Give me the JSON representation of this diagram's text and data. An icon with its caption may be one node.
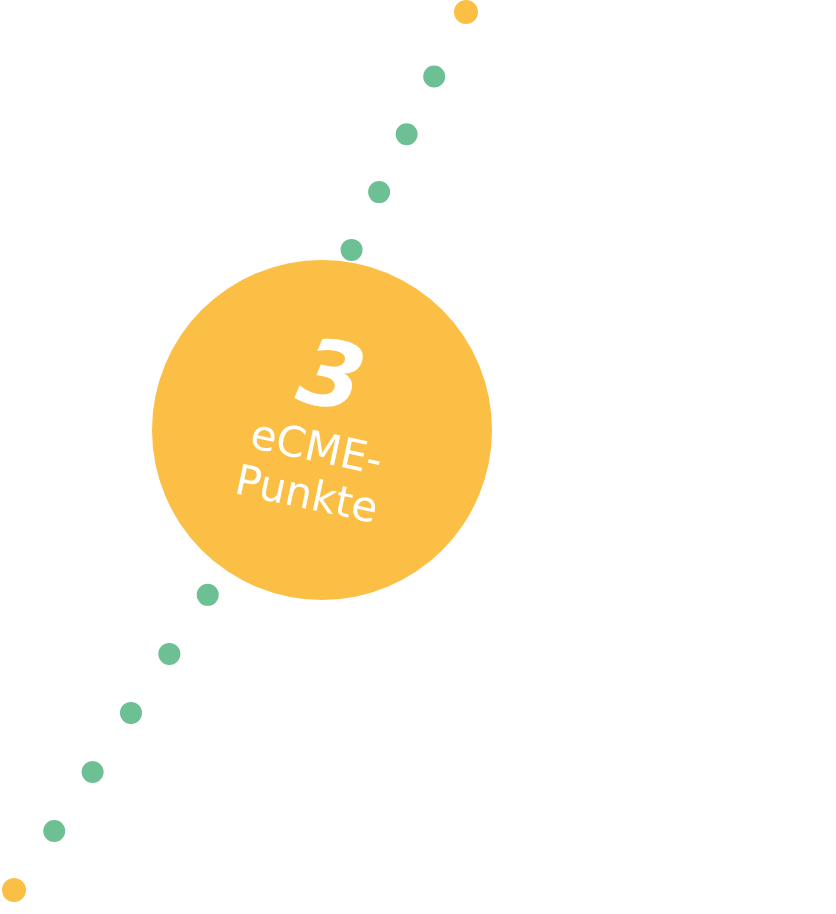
{
  "diagram": {
    "nodes": [
      {
        "text": [],
        "shape": "circle"
      },
      {
        "text": [
          "3",
          "eCME-Punkte"
        ]
      },
      {
        "text": [],
        "shape": "circle"
      }
    ],
    "edges": [
      {
        "from": 0,
        "to": 1,
        "arrow": "none",
        "style": "dashed"
      },
      {
        "from": 1,
        "to": 2,
        "arrow": "none",
        "style": "dashed"
      }
    ]
  }
}
